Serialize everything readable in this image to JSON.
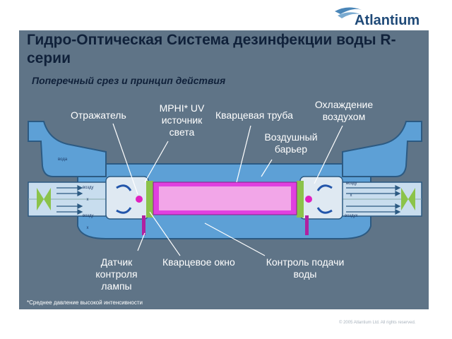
{
  "brand": {
    "name": "Atlantium"
  },
  "title": "Гидро-Оптическая Система дезинфекции воды R-серии",
  "subtitle": "Поперечный срез и принцип действия",
  "labels": {
    "reflector": "Отражатель",
    "uv_source": "MPHI* UV источник света",
    "quartz_tube": "Кварцевая труба",
    "air_cooling": "Охлаждение воздухом",
    "air_barrier": "Воздушный барьер",
    "lamp_sensor": "Датчик контроля лампы",
    "quartz_window": "Кварцевое окно",
    "water_flow_control": "Контроль подачи воды"
  },
  "inner_labels": {
    "water": "вода",
    "air_left_top": "возду х",
    "air_left_bottom": "возду х",
    "air_right_top": "возду х",
    "air_right_bottom": "воздух"
  },
  "footnote": "*Среднее давление высокой интенсивности",
  "copyright": "© 2005 Atlantium Ltd. All rights reserved.",
  "colors": {
    "panel": "#5f7487",
    "pipe_blue": "#5da0d6",
    "lamp_magenta": "#e040e0",
    "lamp_pink": "#f2a6e8",
    "green": "#8bc34a",
    "title": "#10213a",
    "brand": "#1f4a78"
  },
  "icons": [
    "wave-logo-icon",
    "air-flow-arrow-icon",
    "reflector-icon",
    "uv-lamp-icon",
    "sensor-icon"
  ]
}
